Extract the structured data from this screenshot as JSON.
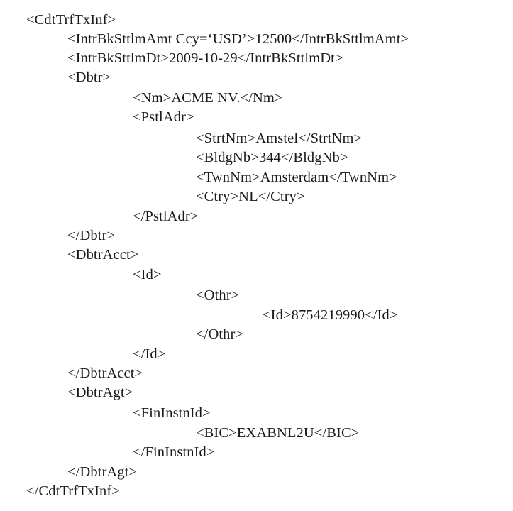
{
  "lines": [
    {
      "text": "<CdtTrfTxInf>",
      "level": 0
    },
    {
      "text": "<IntrBkSttlmAmt Ccy=‘USD’>12500</IntrBkSttlmAmt>",
      "level": 1
    },
    {
      "text": "<IntrBkSttlmDt>2009-10-29</IntrBkSttlmDt>",
      "level": 1
    },
    {
      "text": "<Dbtr>",
      "level": 1
    },
    {
      "text": "<Nm>ACME NV.</Nm>",
      "level": 2
    },
    {
      "text": "<PstlAdr>",
      "level": 2
    },
    {
      "text": "<StrtNm>Amstel</StrtNm>",
      "level": 3
    },
    {
      "text": "<BldgNb>344</BldgNb>",
      "level": 3
    },
    {
      "text": "<TwnNm>Amsterdam</TwnNm>",
      "level": 3
    },
    {
      "text": "<Ctry>NL</Ctry>",
      "level": 3
    },
    {
      "text": "</PstlAdr>",
      "level": 2
    },
    {
      "text": "</Dbtr>",
      "level": 1
    },
    {
      "text": "<DbtrAcct>",
      "level": 1
    },
    {
      "text": "<Id>",
      "level": 2
    },
    {
      "text": "<Othr>",
      "level": 3
    },
    {
      "text": "<Id>8754219990</Id>",
      "level": 4
    },
    {
      "text": "</Othr>",
      "level": 3
    },
    {
      "text": "</Id>",
      "level": 2
    },
    {
      "text": "</DbtrAcct>",
      "level": 1
    },
    {
      "text": "<DbtrAgt>",
      "level": 1
    },
    {
      "text": "<FinInstnId>",
      "level": 2
    },
    {
      "text": "<BIC>EXABNL2U</BIC>",
      "level": 3
    },
    {
      "text": "</FinInstnId>",
      "level": 2
    },
    {
      "text": "</DbtrAgt>",
      "level": 1
    },
    {
      "text": "</CdtTrfTxInf>",
      "level": 0
    }
  ]
}
